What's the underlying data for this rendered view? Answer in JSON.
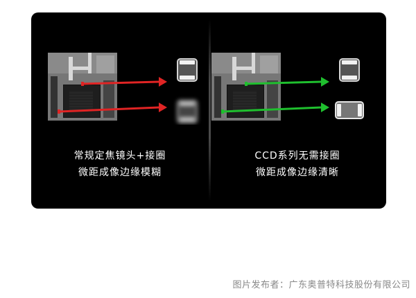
{
  "left_panel": {
    "caption_line1": "常规定焦镜头+接圈",
    "caption_line2": "微距成像边缘模糊",
    "arrow_color": "#e02424"
  },
  "right_panel": {
    "caption_line1": "CCD系列无需接圈",
    "caption_line2": "微距成像边缘清晰",
    "arrow_color": "#1fbf2e"
  },
  "credit": "图片发布者：广东奥普特科技股份有限公司",
  "colors": {
    "card_background": "#000000",
    "caption_text": "#ffffff",
    "credit_text": "#888888"
  }
}
